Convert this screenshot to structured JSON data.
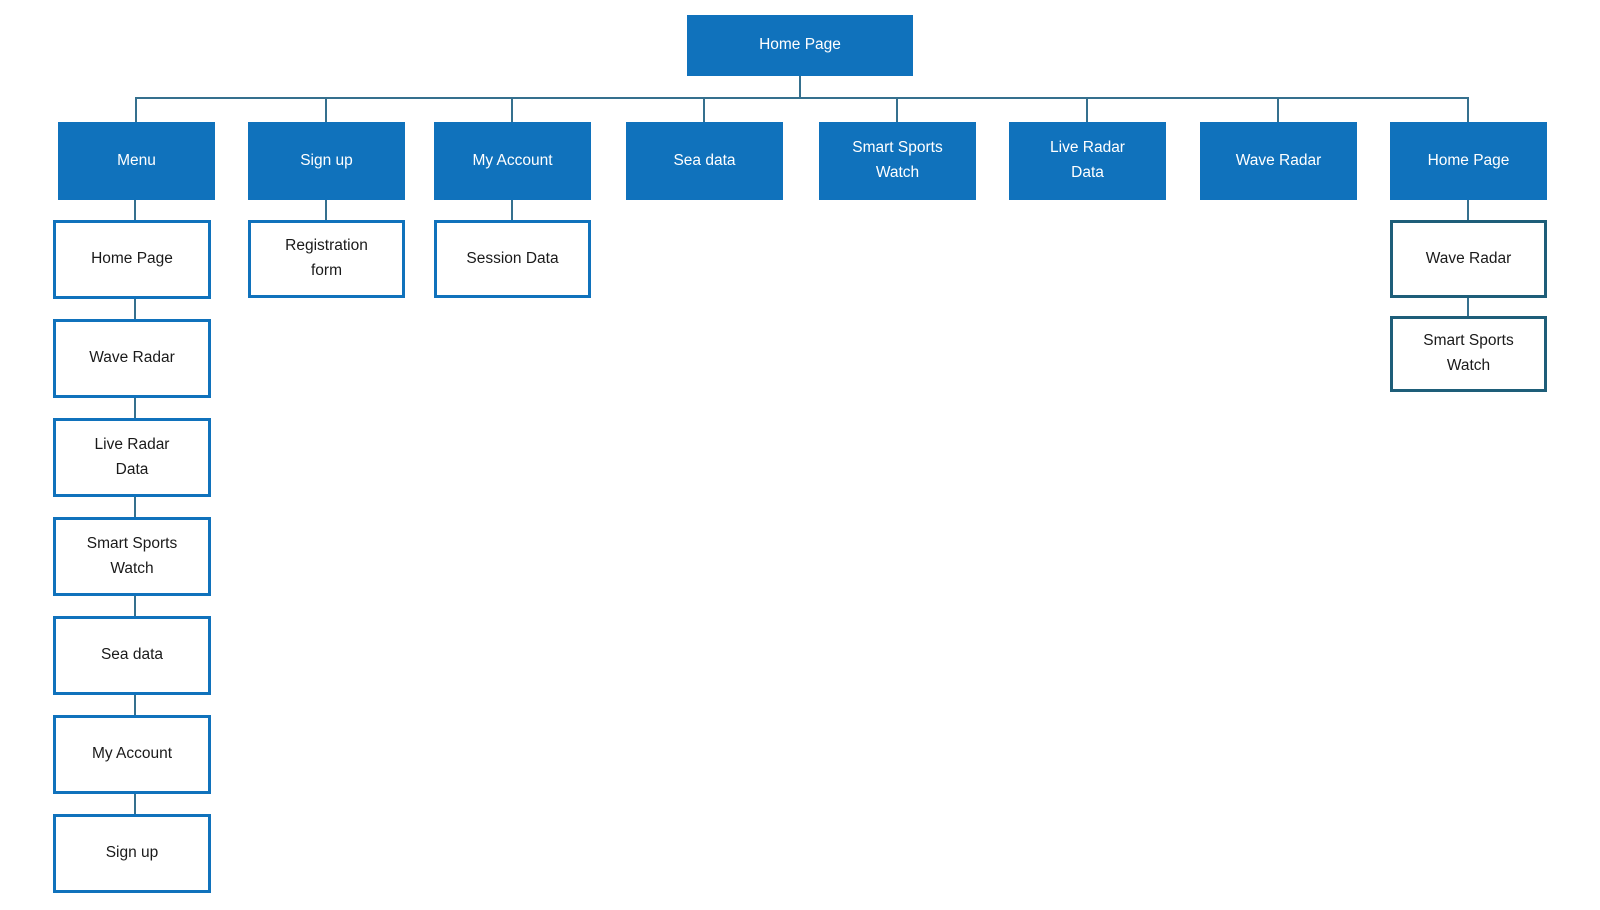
{
  "diagram": {
    "title_semantic": "website-sitemap-flowchart",
    "colors": {
      "node_fill": "#1072bc",
      "node_fill_text": "#ffffff",
      "outline_border": "#1072bc",
      "outline_dark_border": "#1e5e79",
      "outline_text": "#1a1a1a",
      "connector": "#35708e",
      "background": "#ffffff"
    },
    "root": {
      "label": "Home Page"
    },
    "level1": [
      {
        "label": "Menu"
      },
      {
        "label": "Sign up"
      },
      {
        "label": "My Account"
      },
      {
        "label": "Sea data"
      },
      {
        "label": "Smart Sports Watch"
      },
      {
        "label": "Live Radar Data"
      },
      {
        "label": "Wave Radar"
      },
      {
        "label": "Home Page"
      }
    ],
    "menu_children": [
      {
        "label": "Home Page"
      },
      {
        "label": "Wave Radar"
      },
      {
        "label": "Live Radar Data"
      },
      {
        "label": "Smart Sports Watch"
      },
      {
        "label": "Sea data"
      },
      {
        "label": "My Account"
      },
      {
        "label": "Sign up"
      }
    ],
    "sign_up_children": [
      {
        "label": "Registration form"
      }
    ],
    "my_account_children": [
      {
        "label": "Session Data"
      }
    ],
    "home_page_right_children": [
      {
        "label": "Wave Radar"
      },
      {
        "label": "Smart Sports Watch"
      }
    ]
  }
}
